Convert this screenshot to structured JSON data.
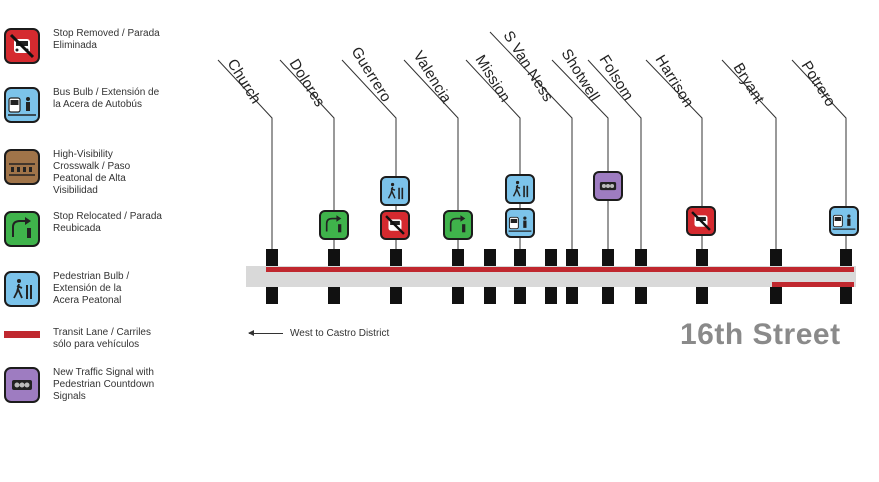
{
  "legend": [
    {
      "icon": "stop-removed-icon",
      "color": "#d52a2f",
      "text": "Stop Removed / Parada Eliminada"
    },
    {
      "icon": "bus-bulb-icon",
      "color": "#7cc3ea",
      "text": "Bus Bulb / Extensión de la Acera de Autobús"
    },
    {
      "icon": "crosswalk-icon",
      "color": "#a07449",
      "text": "High-Visibility Crosswalk / Paso Peatonal de Alta Visibilidad"
    },
    {
      "icon": "stop-relocated-icon",
      "color": "#3fb34b",
      "text": "Stop Relocated / Parada Reubicada"
    },
    {
      "icon": "pedestrian-bulb-icon",
      "color": "#7cc3ea",
      "text": "Pedestrian Bulb / Extensión de la Acera Peatonal"
    },
    {
      "icon": "transit-lane-icon",
      "color": "#c0282f",
      "text": "Transit Lane / Carriles sólo para vehículos"
    },
    {
      "icon": "traffic-signal-icon",
      "color": "#9e7cc1",
      "text": "New Traffic Signal with Pedestrian Countdown Signals"
    }
  ],
  "streets": [
    "Church",
    "Dolores",
    "Guerrero",
    "Valencia",
    "Mission",
    "S Van Ness",
    "Shotwell",
    "Folsom",
    "Harrison",
    "Bryant",
    "Potrero"
  ],
  "direction_caption": "West to Castro District",
  "street_title": "16th Street",
  "colors": {
    "transit_lane": "#c0282f",
    "road": "#d9d9d9",
    "block": "#111111"
  }
}
